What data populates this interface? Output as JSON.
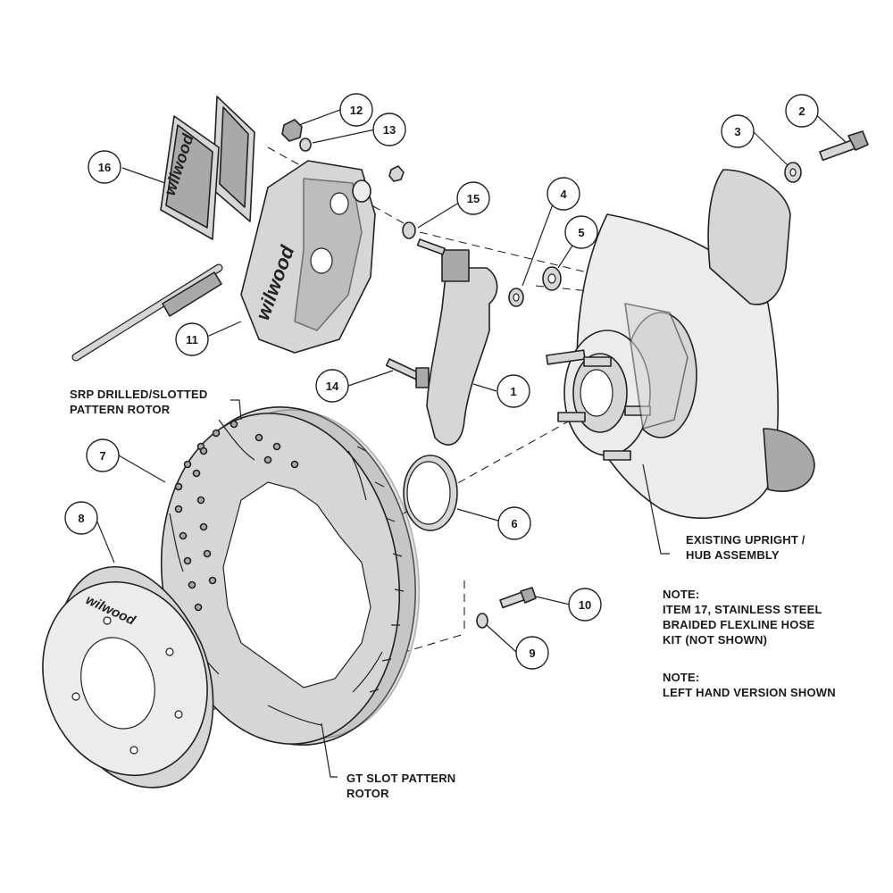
{
  "callouts": {
    "c1": "1",
    "c2": "2",
    "c3": "3",
    "c4": "4",
    "c5": "5",
    "c6": "6",
    "c7": "7",
    "c8": "8",
    "c9": "9",
    "c10": "10",
    "c11": "11",
    "c12": "12",
    "c13": "13",
    "c14": "14",
    "c15": "15",
    "c16": "16"
  },
  "labels": {
    "srp_line1": "SRP DRILLED/SLOTTED",
    "srp_line2": "PATTERN ROTOR",
    "gt_line1": "GT SLOT PATTERN",
    "gt_line2": "ROTOR",
    "upright_line1": "EXISTING UPRIGHT /",
    "upright_line2": "HUB ASSEMBLY"
  },
  "notes": {
    "note1_title": "NOTE:",
    "note1_line1": "ITEM 17, STAINLESS STEEL",
    "note1_line2": "BRAIDED FLEXLINE HOSE",
    "note1_line3": "KIT (NOT SHOWN)",
    "note2_title": "NOTE:",
    "note2_line1": "LEFT HAND VERSION SHOWN"
  },
  "brand": {
    "caliper_logo": "wilwood",
    "pad_logo": "wilwood",
    "hat_logo": "wilwood"
  }
}
